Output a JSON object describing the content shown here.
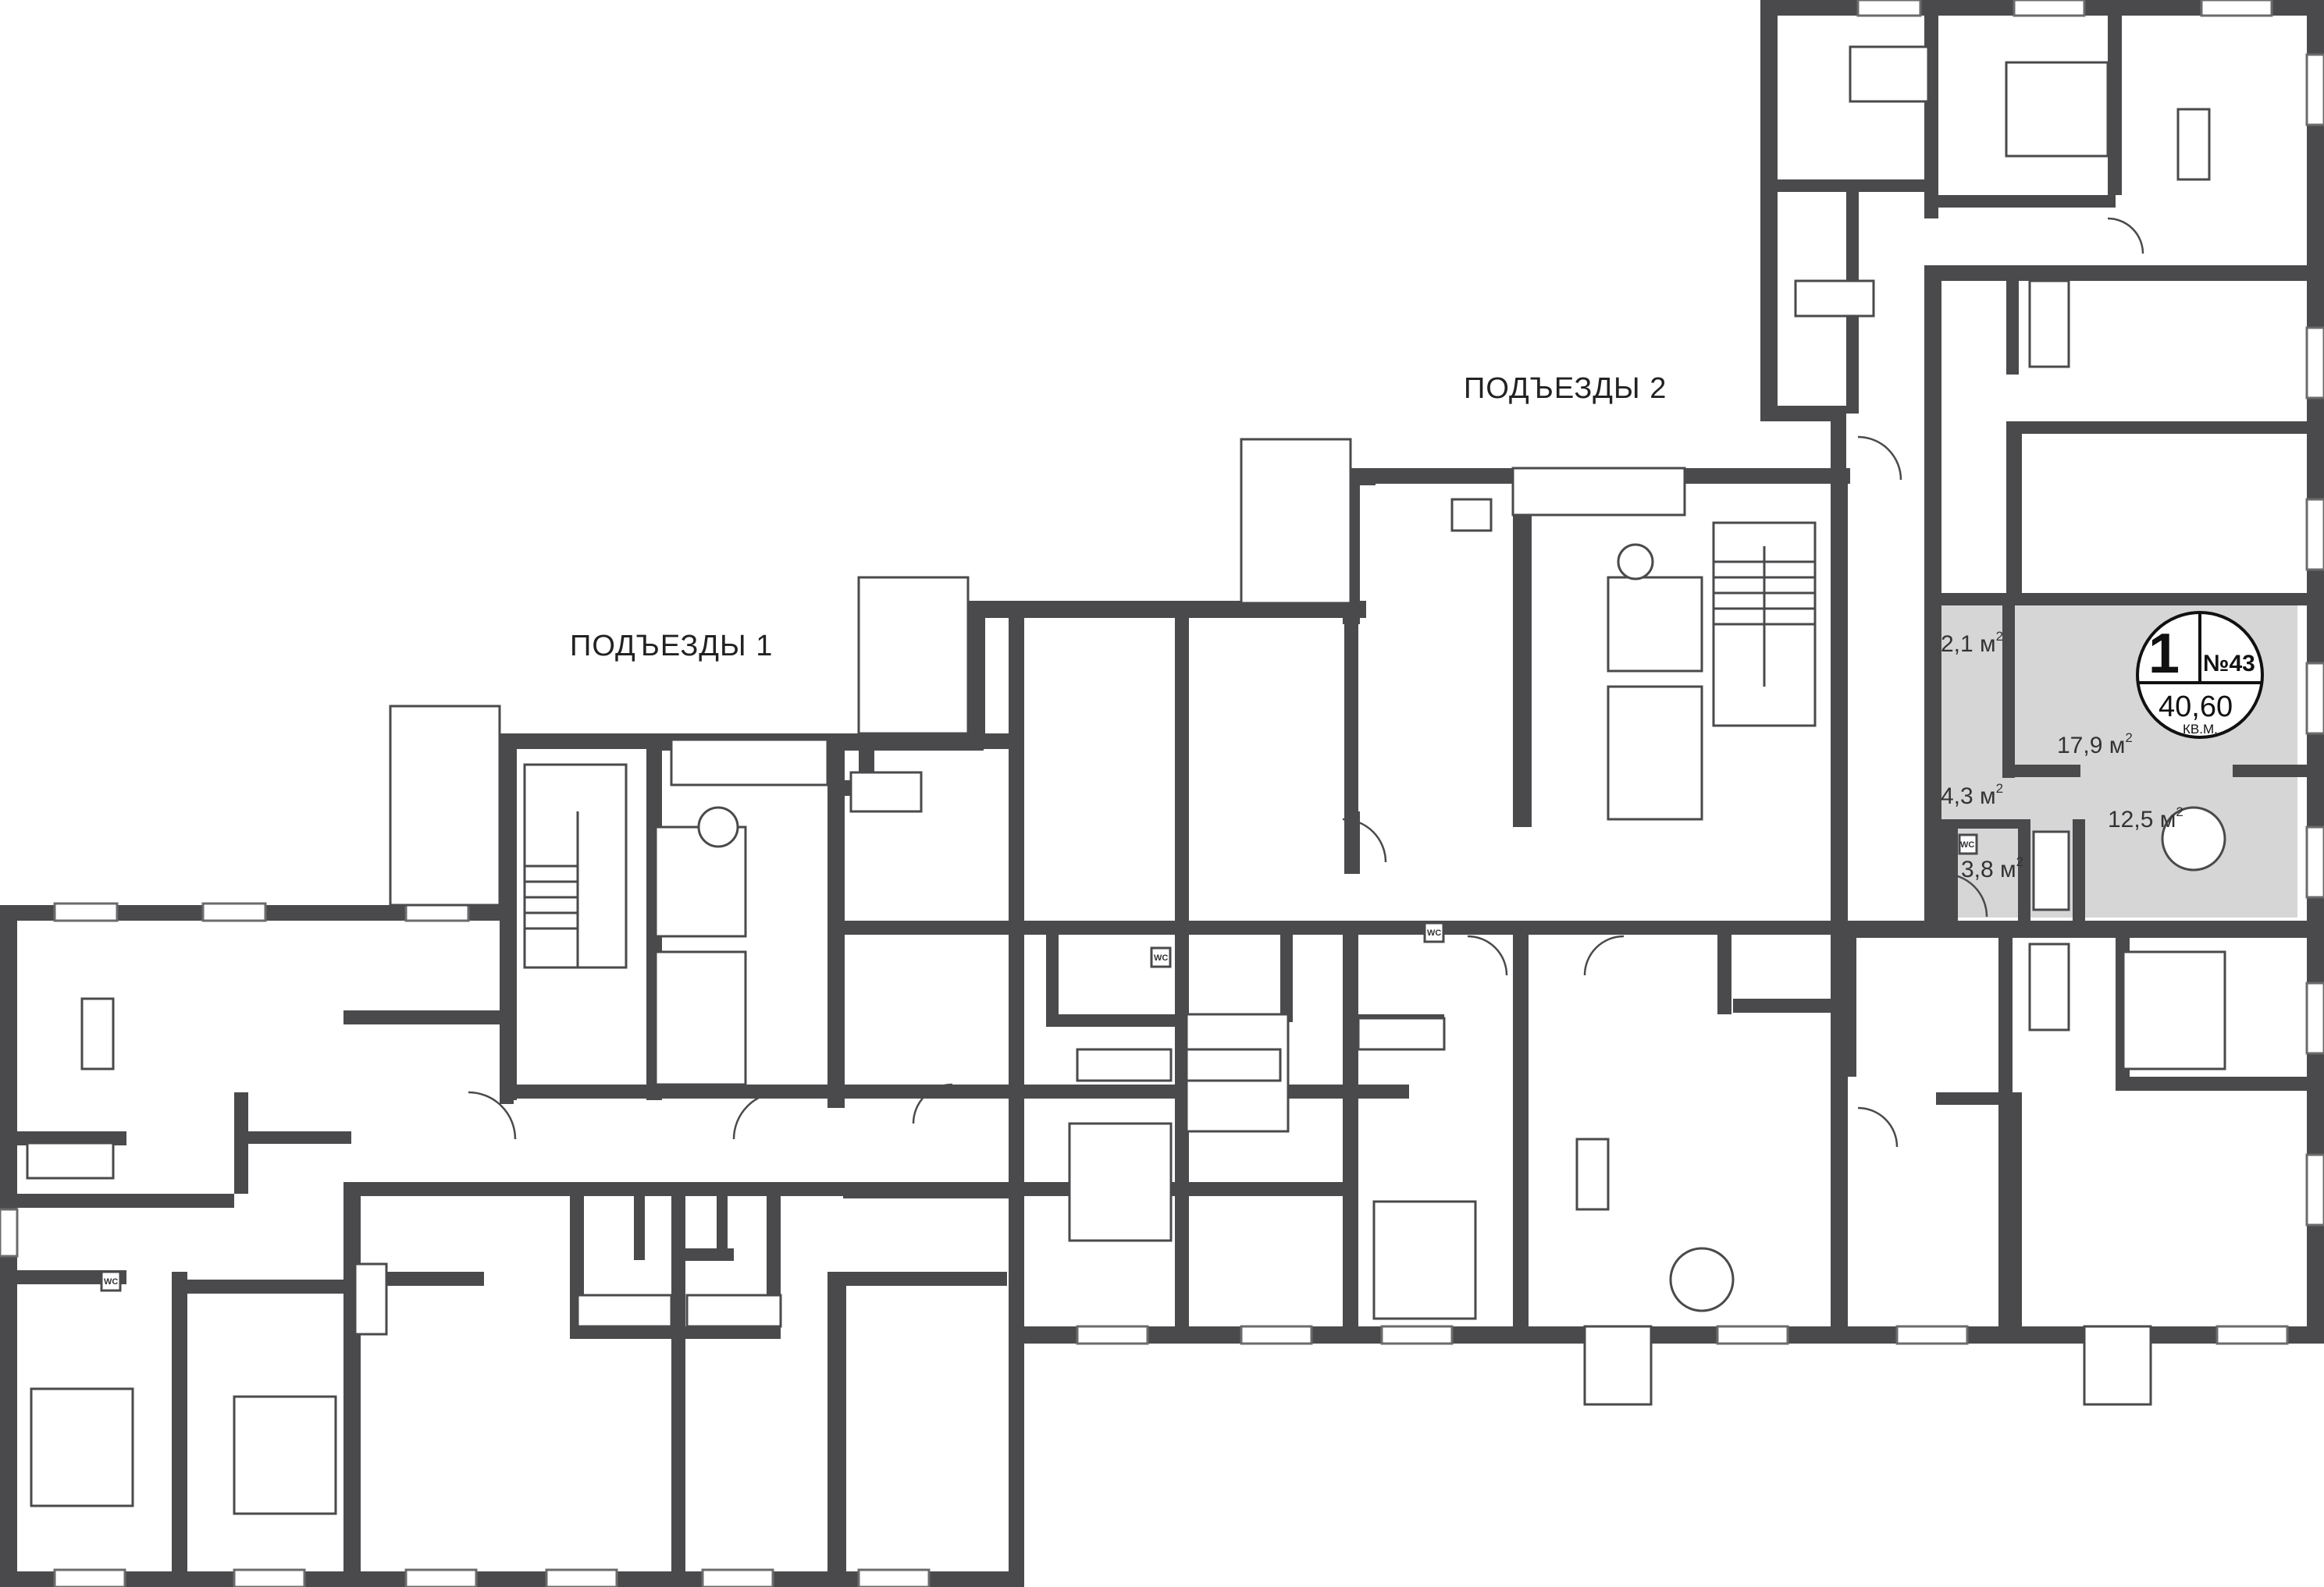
{
  "entrances": [
    {
      "label": "ПОДЪЕЗДЫ 1"
    },
    {
      "label": "ПОДЪЕЗДЫ 2"
    }
  ],
  "apartment": {
    "rooms": "1",
    "number": "№43",
    "total_area": "40,60",
    "unit": "КВ.М.",
    "room_areas": [
      {
        "value": "2,1 м",
        "sup": "2"
      },
      {
        "value": "17,9 м",
        "sup": "2"
      },
      {
        "value": "4,3 м",
        "sup": "2"
      },
      {
        "value": "12,5 м",
        "sup": "2"
      },
      {
        "value": "3,8 м",
        "sup": "2"
      }
    ],
    "highlight_color": "#d6d6d7"
  },
  "wc_label": "WC",
  "colors": {
    "walls": "#4a4a4c",
    "background": "#ffffff"
  }
}
